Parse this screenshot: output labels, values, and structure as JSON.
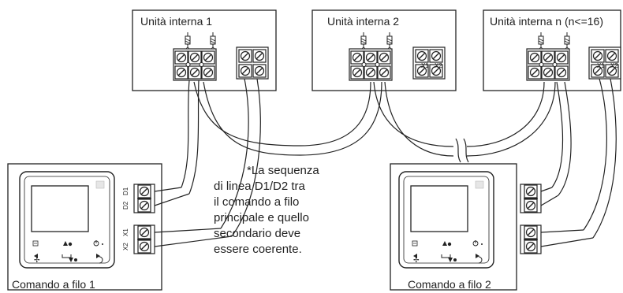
{
  "indoor_units": [
    {
      "label": "Unità interna 1"
    },
    {
      "label": "Unità interna 2"
    },
    {
      "label": "Unità interna n (n<=16)"
    }
  ],
  "controllers": [
    {
      "label": "Comando a filo 1",
      "terminal_labels": [
        "D1",
        "D2",
        "X1",
        "X2"
      ]
    },
    {
      "label": "Comando a filo 2",
      "terminal_labels": []
    }
  ],
  "indoor_terminal_labels": [
    "X1",
    "X2"
  ],
  "note": {
    "lines": [
      "*La sequenza",
      "di linea D1/D2 tra",
      "il comando a filo",
      "principale e quello",
      "secondario deve",
      "essere coerente."
    ]
  }
}
